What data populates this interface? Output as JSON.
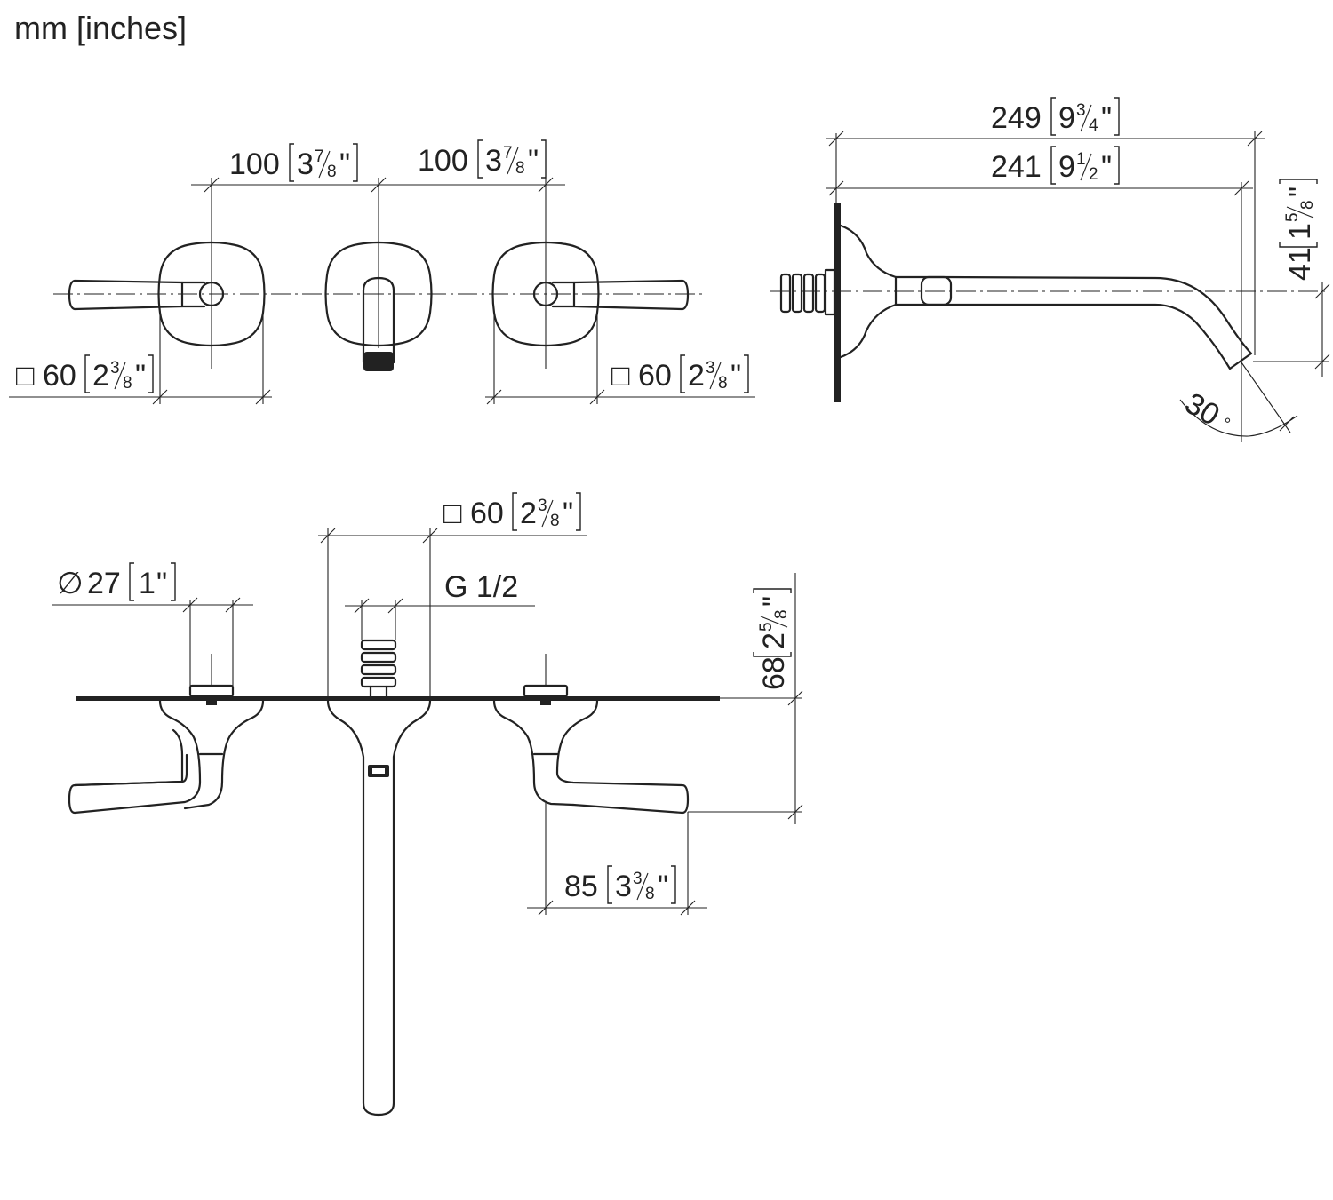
{
  "unit_label": "mm [inches]",
  "front_view": {
    "spacing_left": {
      "mm": "100",
      "whole": "3",
      "num": "7",
      "den": "8"
    },
    "spacing_right": {
      "mm": "100",
      "whole": "3",
      "num": "7",
      "den": "8"
    },
    "plate_left": {
      "symbol": "□",
      "mm": "60",
      "whole": "2",
      "num": "3",
      "den": "8"
    },
    "plate_right": {
      "symbol": "□",
      "mm": "60",
      "whole": "2",
      "num": "3",
      "den": "8"
    }
  },
  "side_view": {
    "overall_length": {
      "mm": "249",
      "whole": "9",
      "num": "3",
      "den": "4"
    },
    "spout_length": {
      "mm": "241",
      "whole": "9",
      "num": "1",
      "den": "2"
    },
    "spout_drop": {
      "mm": "41",
      "whole": "1",
      "num": "5",
      "den": "8"
    },
    "angle": {
      "value": "30",
      "unit": "°"
    }
  },
  "top_view": {
    "plate_square": {
      "symbol": "□",
      "mm": "60",
      "whole": "2",
      "num": "3",
      "den": "8"
    },
    "diameter": {
      "symbol": "∅",
      "mm": "27",
      "inch": "1"
    },
    "thread": "G 1/2",
    "projection": {
      "mm": "68",
      "whole": "2",
      "num": "5",
      "den": "8"
    },
    "handle_reach": {
      "mm": "85",
      "whole": "3",
      "num": "3",
      "den": "8"
    }
  }
}
